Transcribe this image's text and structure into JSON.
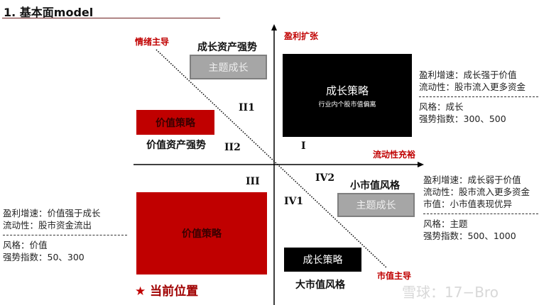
{
  "header": {
    "title": "1. 基本面model"
  },
  "axes": {
    "y_label": "盈利扩张",
    "x_label": "流动性充裕",
    "diag_top_label": "情绪主导",
    "diag_bottom_label": "市值主导"
  },
  "quadrants": {
    "I": {
      "numeral": "I",
      "box": {
        "title": "成长策略",
        "subtitle": "行业内个股市值偏离"
      },
      "info": [
        "盈利增速：成长强于价值",
        "流动性：股市流入更多资金"
      ],
      "style": [
        "风格：成长",
        "强势指数：300、500"
      ]
    },
    "II": {
      "numeral1": "II1",
      "numeral2": "II2",
      "top_label": "成长资产强势",
      "top_box": "主题成长",
      "bottom_box": "价值策略",
      "bottom_label": "价值资产强势"
    },
    "III": {
      "numeral": "III",
      "box": "价值策略",
      "current": "当前位置",
      "info": [
        "盈利增速：价值强于成长",
        "流动性：股市资金流出"
      ],
      "style": [
        "风格：价值",
        "强势指数：50、300"
      ]
    },
    "IV": {
      "numeral1": "IV1",
      "numeral2": "IV2",
      "top_label": "小市值风格",
      "top_box": "主题成长",
      "bottom_box": "成长策略",
      "bottom_label": "大市值风格",
      "info": [
        "盈利增速：成长弱于价值",
        "流动性：股市流入更多资金",
        "市值：小市值表现优异"
      ],
      "style": [
        "风格：主题",
        "强势指数：500、1000"
      ]
    }
  },
  "watermark": "雪球：17−Bro",
  "colors": {
    "accent": "#c00000",
    "gray_box": "#a6a6a6",
    "black_box": "#000000"
  }
}
